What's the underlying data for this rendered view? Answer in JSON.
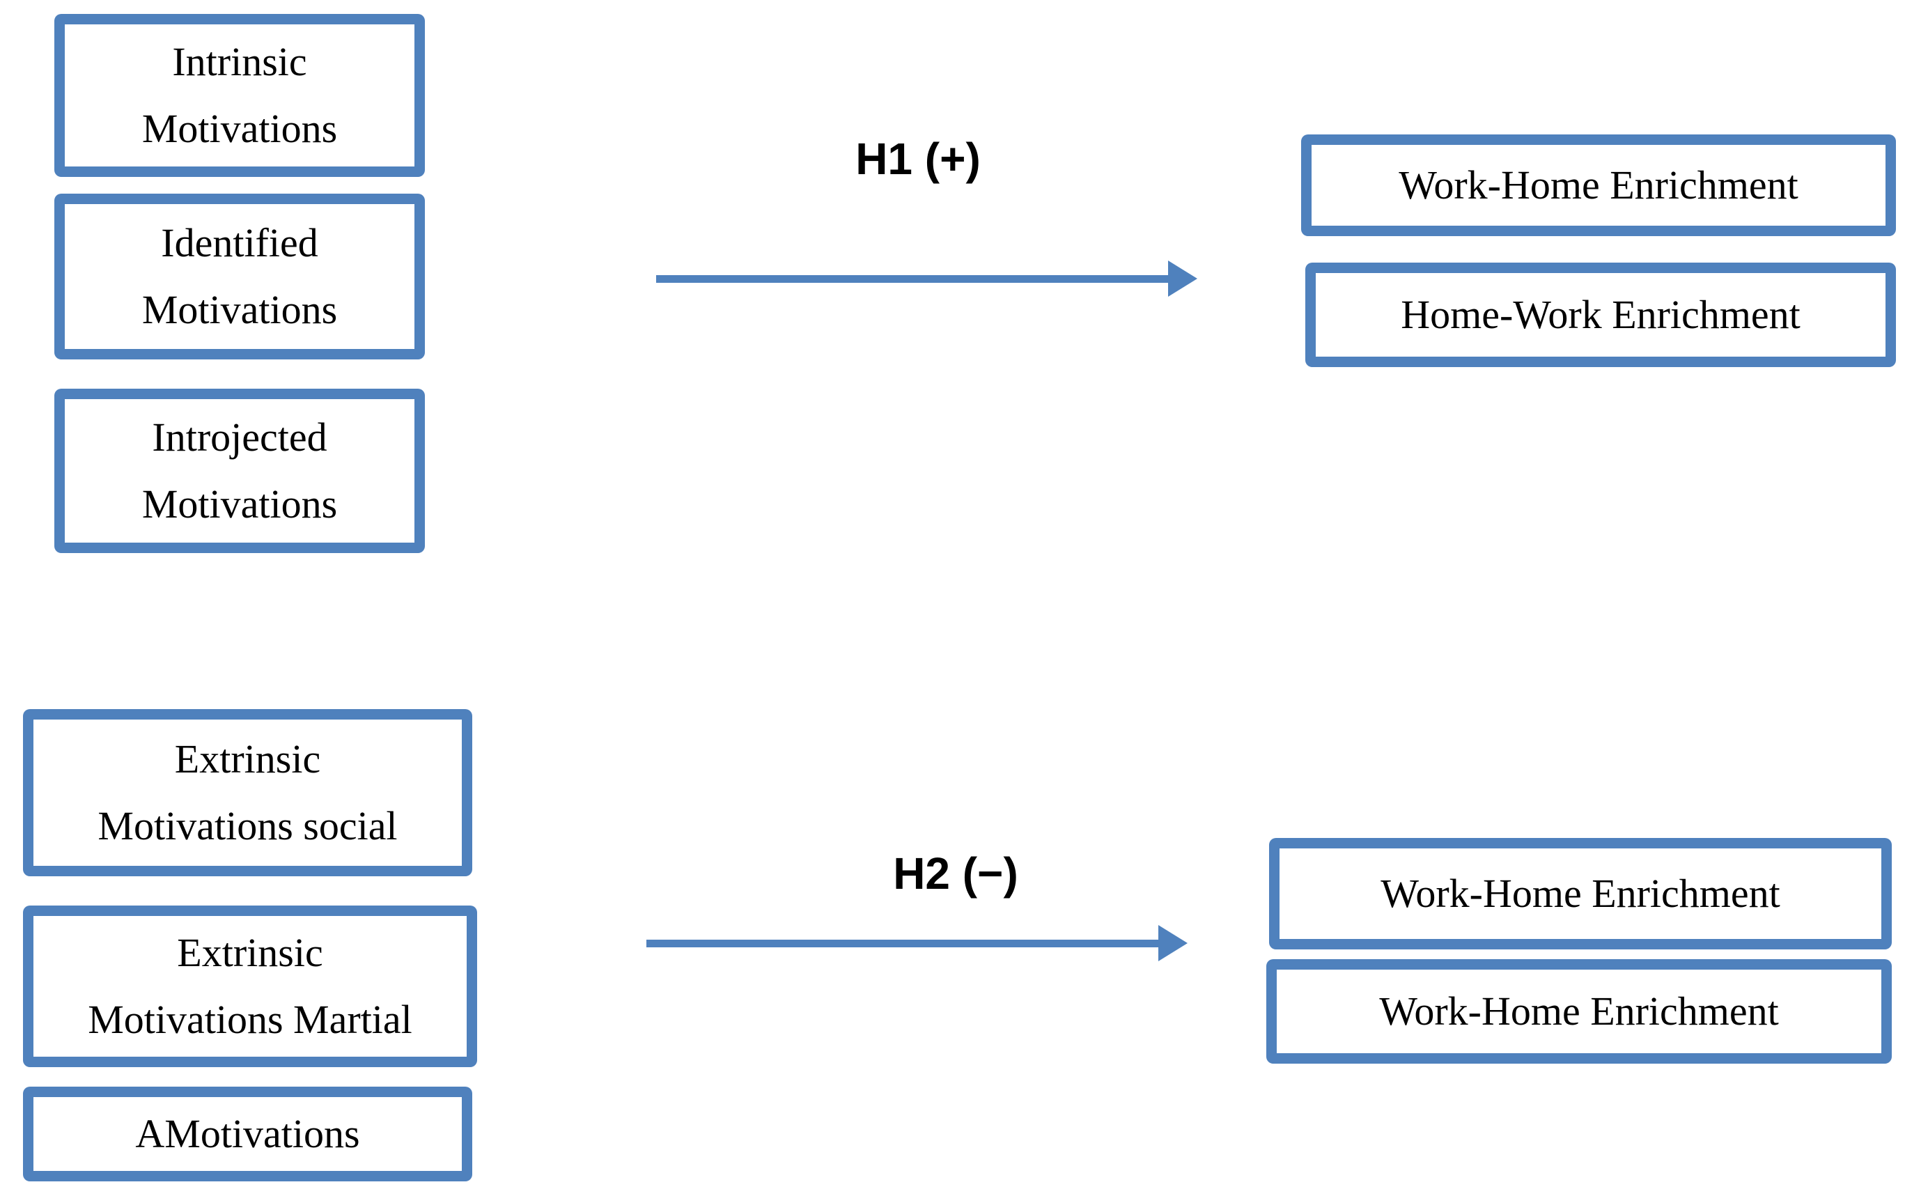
{
  "figure": {
    "description": "Conceptual research model diagram linking motivation types to enrichment outcomes",
    "colors": {
      "accent": "#4F81BD",
      "text": "#000000",
      "background": "#FFFFFF"
    },
    "labels": {
      "h1": "H1 (+)",
      "h2": "H2 (−)"
    },
    "boxes": {
      "intrinsic": {
        "line1": "Intrinsic",
        "line2": "Motivations"
      },
      "identified": {
        "line1": "Identified",
        "line2": "Motivations"
      },
      "introjected": {
        "line1": "Introjected",
        "line2": "Motivations"
      },
      "extrinsic_social": {
        "line1": "Extrinsic",
        "line2": "Motivations social"
      },
      "extrinsic_martial": {
        "line1": "Extrinsic",
        "line2": "Motivations Martial"
      },
      "amotivations": {
        "line1": "AMotivations"
      },
      "work_home_top": {
        "line1": "Work-Home Enrichment"
      },
      "home_work_top": {
        "line1": "Home-Work Enrichment"
      },
      "work_home_bottom_1": {
        "line1": "Work-Home Enrichment"
      },
      "work_home_bottom_2": {
        "line1": "Work-Home Enrichment"
      }
    }
  }
}
